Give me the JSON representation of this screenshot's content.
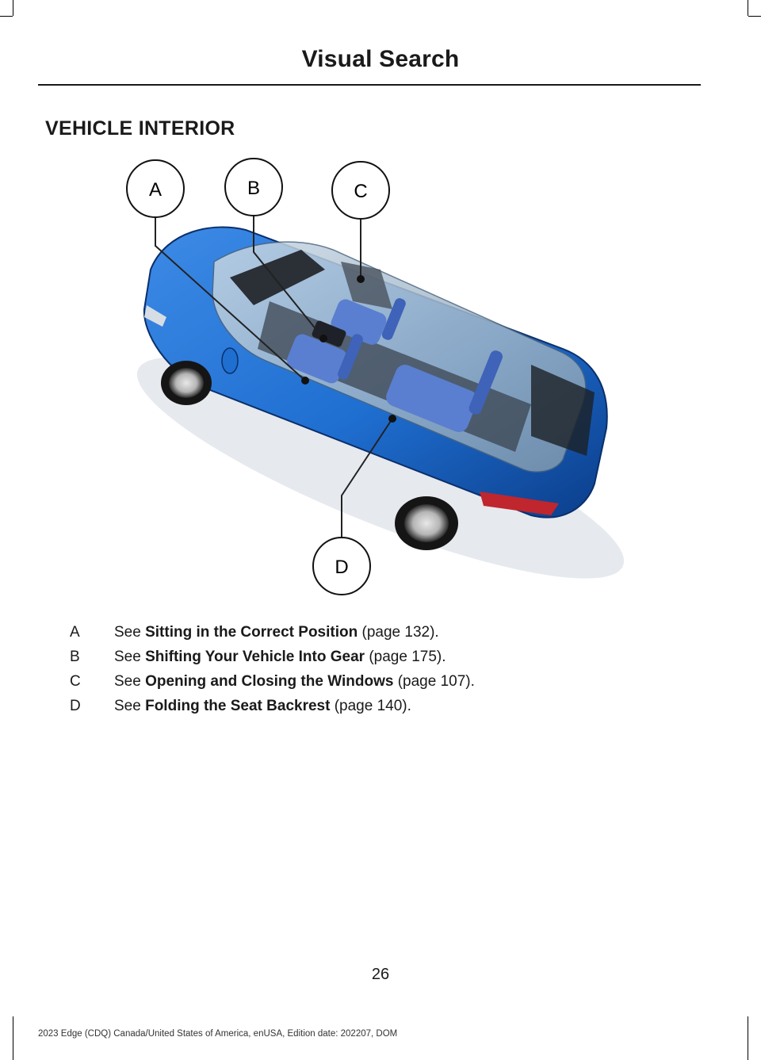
{
  "header": {
    "title": "Visual Search"
  },
  "section": {
    "heading": "VEHICLE INTERIOR"
  },
  "figure": {
    "callouts": [
      {
        "label": "A"
      },
      {
        "label": "B"
      },
      {
        "label": "C"
      },
      {
        "label": "D"
      }
    ]
  },
  "references": [
    {
      "key": "A",
      "prefix": "See ",
      "link": "Sitting in the Correct Position",
      "suffix": " (page 132)."
    },
    {
      "key": "B",
      "prefix": "See ",
      "link": "Shifting Your Vehicle Into Gear",
      "suffix": " (page 175)."
    },
    {
      "key": "C",
      "prefix": "See ",
      "link": "Opening and Closing the Windows",
      "suffix": " (page 107)."
    },
    {
      "key": "D",
      "prefix": "See ",
      "link": "Folding the Seat Backrest",
      "suffix": " (page 140)."
    }
  ],
  "footer": {
    "page_number": "26",
    "edition": "2023 Edge (CDQ) Canada/United States of America, enUSA, Edition date: 202207, DOM"
  },
  "colors": {
    "vehicle_body": "#1f6fd1",
    "vehicle_dark": "#0b3d8a",
    "glass": "#9fb8cc",
    "seat": "#5a7fd0",
    "text": "#1a1a1a"
  }
}
